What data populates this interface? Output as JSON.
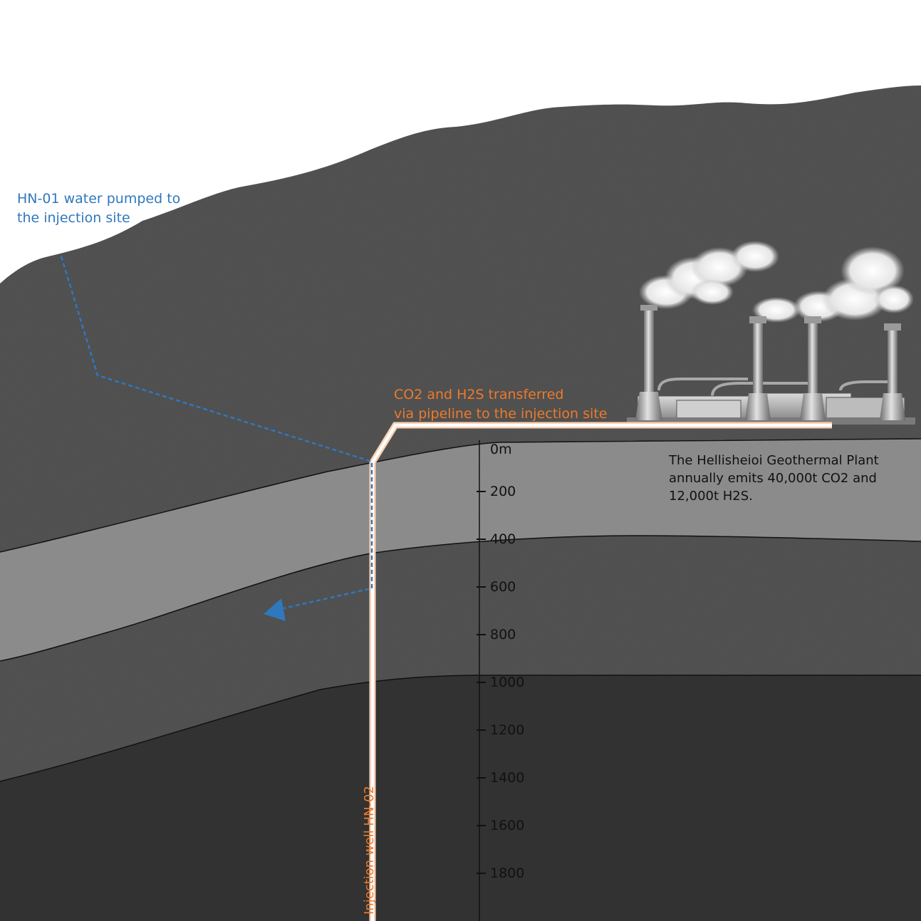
{
  "labels": {
    "water_line1": "HN-01 water pumped to",
    "water_line2": "the injection site",
    "pipeline_line1": "CO2 and H2S transferred",
    "pipeline_line2": "via pipeline to the injection site",
    "plant_line1": "The Hellisheioi Geothermal Plant",
    "plant_line2": "annually emits 40,000t CO2 and",
    "plant_line3": "12,000t H2S.",
    "well": "Injection well HN-02"
  },
  "depth_scale": [
    "0m",
    "200",
    "400",
    "600",
    "800",
    "1000",
    "1200",
    "1400",
    "1600",
    "1800"
  ],
  "colors": {
    "water_flow": "#2f78bd",
    "pipeline": "#ee7a2a",
    "rock_upper": "#525252",
    "rock_light_layer": "#8e8e8e",
    "rock_mid": "#4a4a4a",
    "rock_deep": "#333333",
    "sky": "#ffffff"
  },
  "icons": [
    "geothermal-plant-icon",
    "steam-cloud-icon",
    "flow-arrow-icon"
  ]
}
